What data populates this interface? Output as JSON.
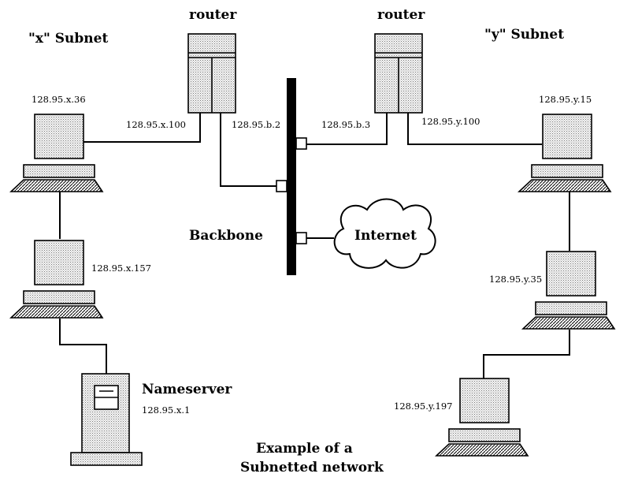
{
  "subnets": {
    "x_label": "\"x\" Subnet",
    "y_label": "\"y\" Subnet"
  },
  "routers": {
    "left": {
      "label": "router",
      "ip_subnet": "128.95.x.100",
      "ip_backbone": "128.95.b.2"
    },
    "right": {
      "label": "router",
      "ip_subnet": "128.95.y.100",
      "ip_backbone": "128.95.b.3"
    }
  },
  "backbone": {
    "label": "Backbone"
  },
  "internet": {
    "label": "Internet"
  },
  "hosts": {
    "x36": "128.95.x.36",
    "x157": "128.95.x.157",
    "y15": "128.95.y.15",
    "y35": "128.95.y.35",
    "y197": "128.95.y.197"
  },
  "nameserver": {
    "label": "Nameserver",
    "ip": "128.95.x.1"
  },
  "caption": {
    "line1": "Example of a",
    "line2": "Subnetted network"
  }
}
